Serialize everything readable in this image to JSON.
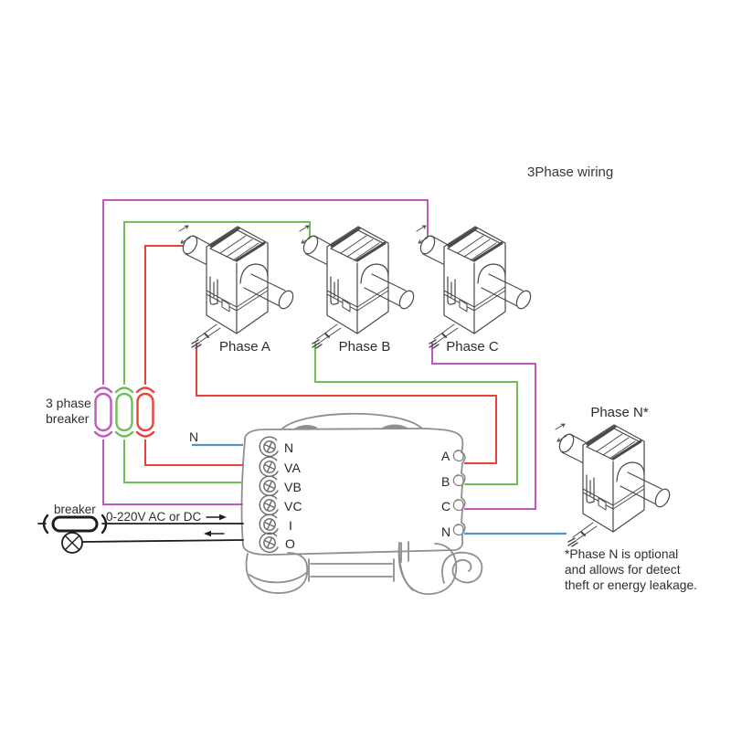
{
  "title": "3Phase wiring",
  "labels": {
    "phase_a": "Phase A",
    "phase_b": "Phase B",
    "phase_c": "Phase C",
    "phase_n": "Phase N*",
    "three_phase_breaker": "3 phase\nbreaker",
    "breaker": "breaker",
    "supply": "0-220V AC or DC",
    "neutral_in": "N"
  },
  "note_text": "*Phase N is optional\nand allows for detect\ntheft or energy leakage.",
  "meter": {
    "left_terminals": [
      "N",
      "VA",
      "VB",
      "VC",
      "I",
      "O"
    ],
    "right_terminals": [
      "A",
      "B",
      "C",
      "N"
    ]
  },
  "colors": {
    "phase_a_wire": "#e8423c",
    "phase_b_wire": "#6fbe58",
    "phase_c_wire": "#c158bd",
    "neutral_wire": "#4f93c8",
    "load_wire": "#1d1d1d",
    "sketch_gray": "#8f8f8f",
    "ct_line": "#4a4a4a"
  }
}
